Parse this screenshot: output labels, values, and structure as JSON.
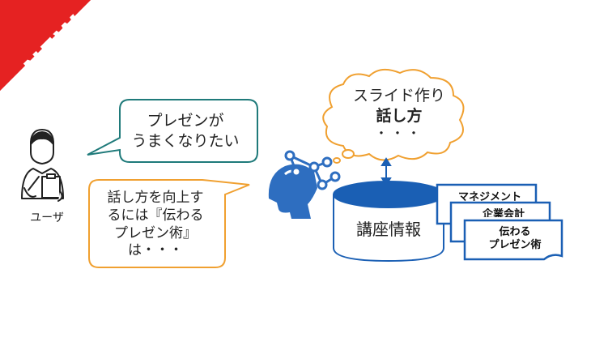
{
  "badge": {
    "label": "NEW",
    "color": "#e52222"
  },
  "user": {
    "label": "ユーザ"
  },
  "user_bubble": {
    "line1": "プレゼンが",
    "line2": "うまくなりたい",
    "border_color": "#1f7a7a"
  },
  "ai_bubble": {
    "line1": "話し方を向上す",
    "line2": "るには『伝わる",
    "line3": "プレゼン術』",
    "line4": "は・・・",
    "border_color": "#f0a030"
  },
  "cloud": {
    "line1": "スライド作り",
    "line2": "話し方",
    "line3": "・・・",
    "border_color": "#f0a030"
  },
  "database": {
    "label": "講座情報",
    "color": "#1a5fb4"
  },
  "documents": [
    {
      "label": "マネジメント"
    },
    {
      "label": "企業会計"
    },
    {
      "label1": "伝わる",
      "label2": "プレゼン術"
    }
  ],
  "icons": {
    "badge": "new-ribbon",
    "user": "person-with-clipboard-icon",
    "ai": "ai-head-network-icon",
    "arrow": "double-arrow-icon",
    "database": "database-cylinder-icon",
    "documents": "document-stack-icon"
  }
}
